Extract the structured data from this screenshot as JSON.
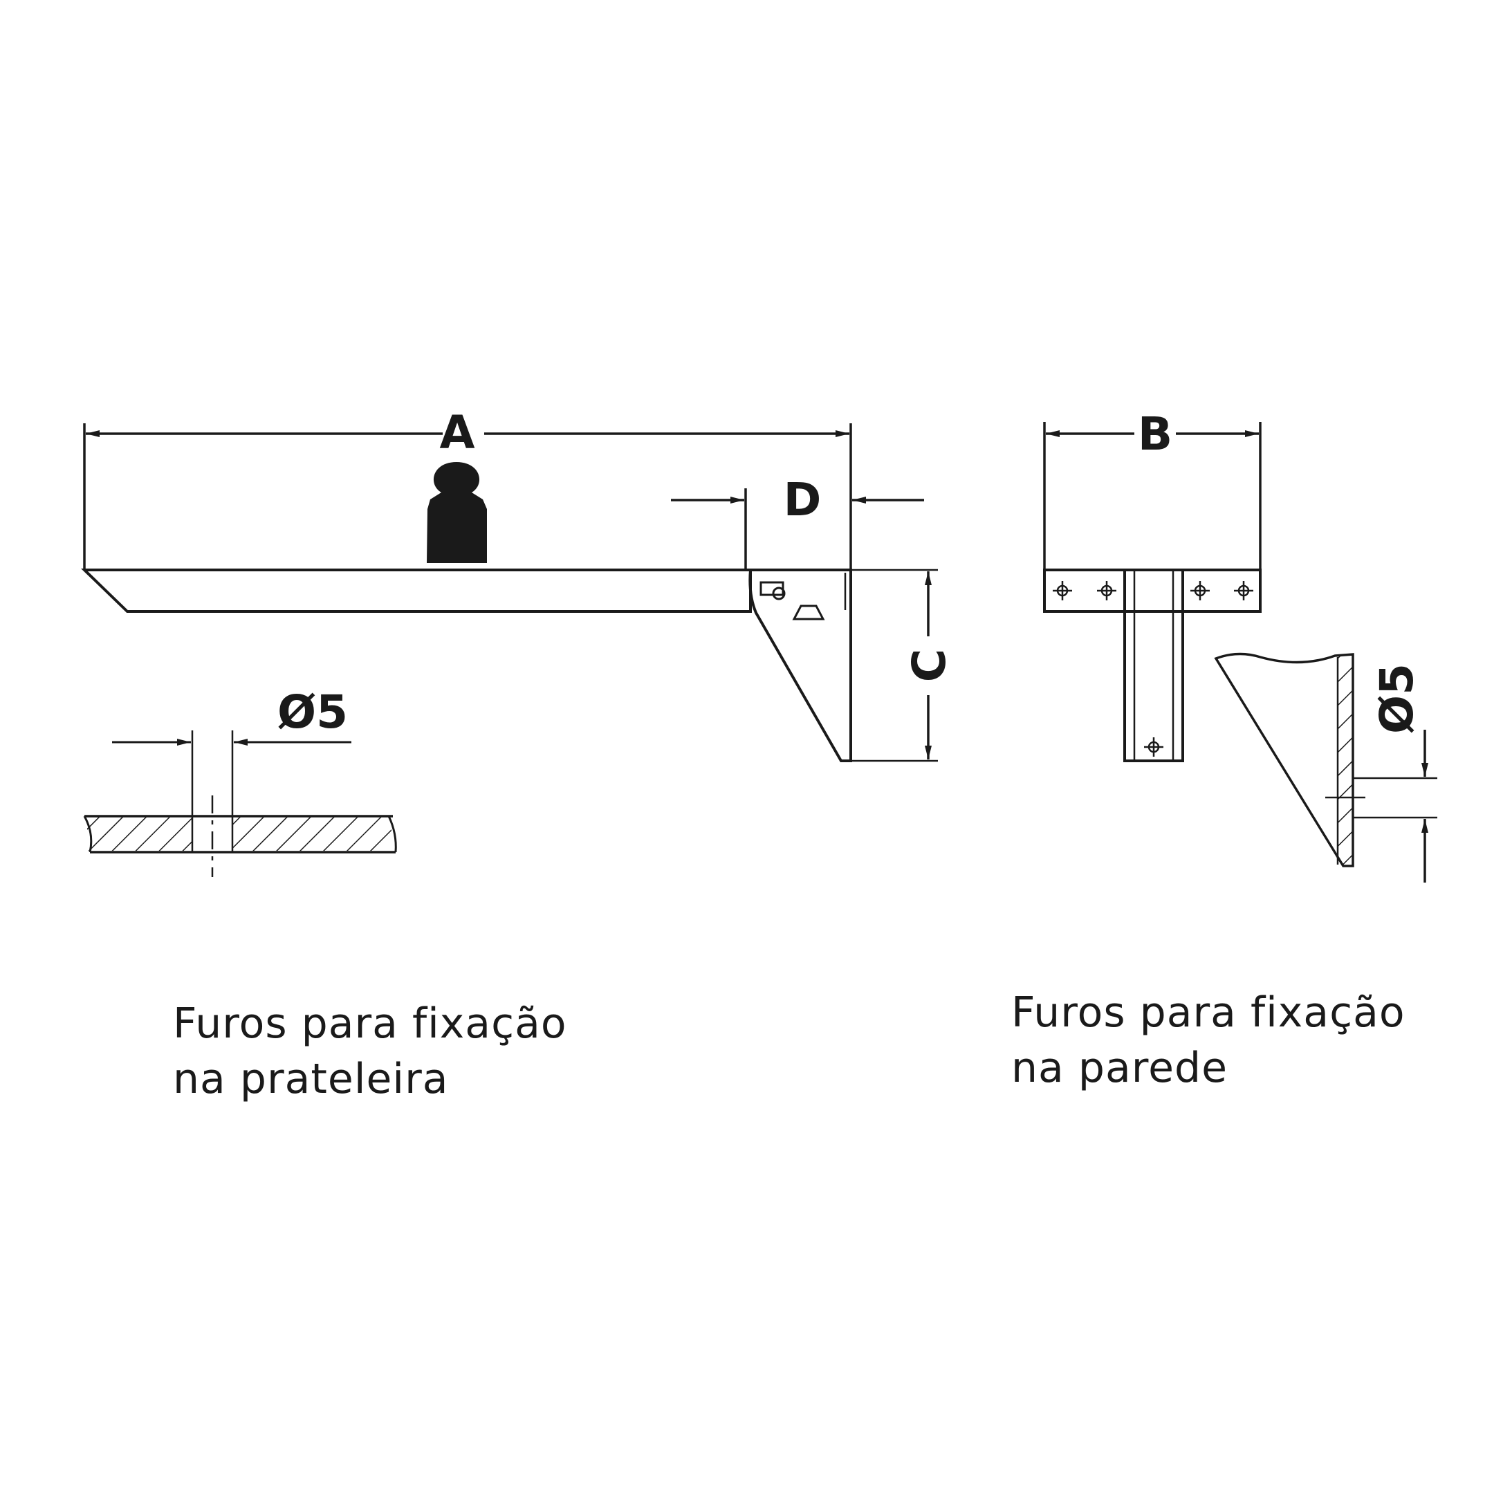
{
  "dimensions": {
    "a": "A",
    "b": "B",
    "c": "C",
    "d": "D",
    "shelf_hole": "Ø5",
    "wall_hole": "Ø5"
  },
  "captions": {
    "shelf": {
      "line1": "Furos para fixação",
      "line2": "na prateleira"
    },
    "wall": {
      "line1": "Furos para fixação",
      "line2": "na parede"
    }
  },
  "colors": {
    "ink": "#1a1a1a",
    "background": "#ffffff"
  },
  "icons": {
    "load": "weight-icon"
  }
}
